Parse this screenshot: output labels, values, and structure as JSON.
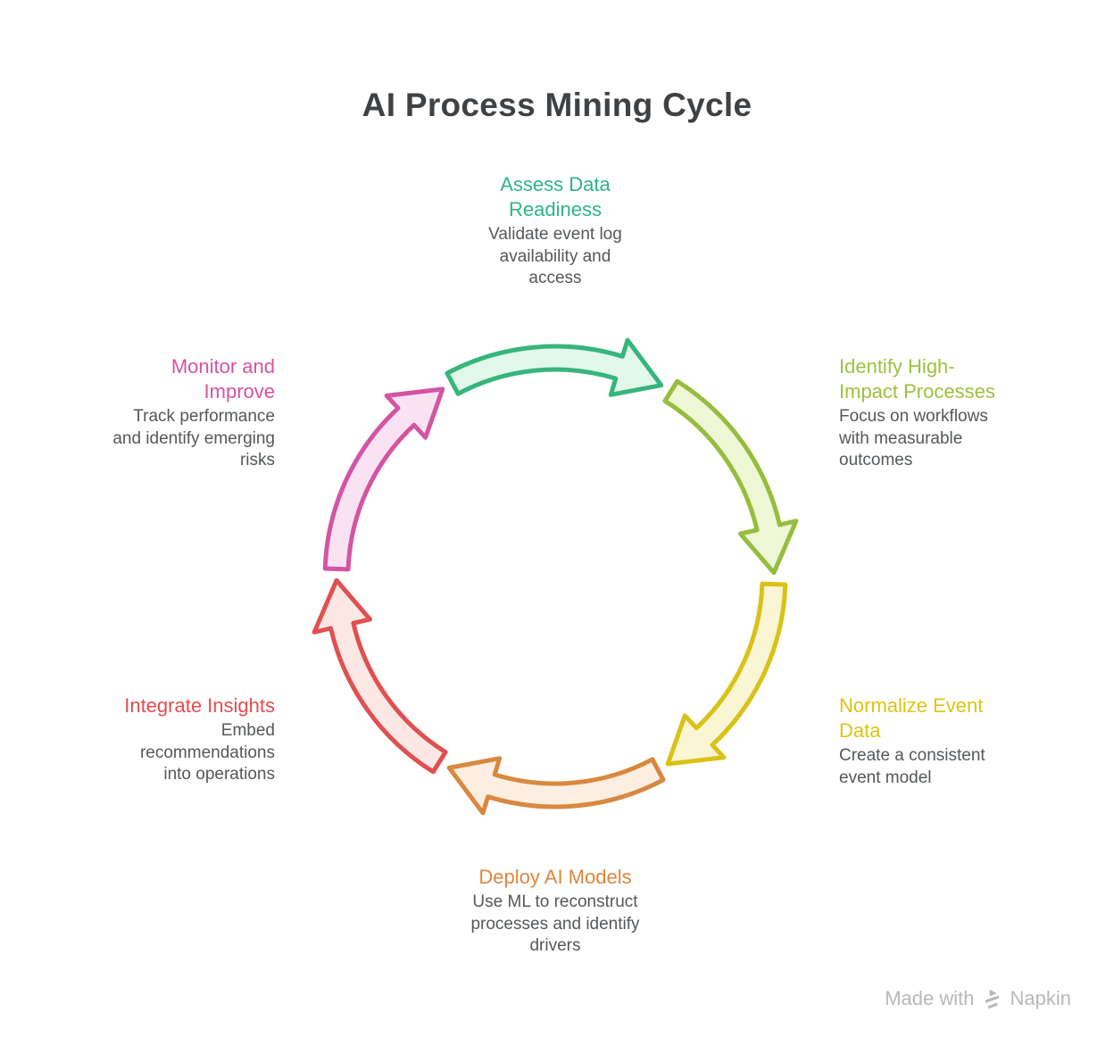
{
  "title": "AI Process Mining Cycle",
  "colors": {
    "background": "#ffffff",
    "heading_text": "#3e4245",
    "body_text": "#54585b",
    "footer_text": "#b8b8b8"
  },
  "diagram_type": "cycle",
  "steps": [
    {
      "id": "assess-data-readiness",
      "title_lines": [
        "Assess Data",
        "Readiness"
      ],
      "description_lines": [
        "Validate event log",
        "availability and",
        "access"
      ],
      "title_color": "#2eb584",
      "arrow": {
        "stroke": "#36b57d",
        "fill": "#e2f8eb"
      }
    },
    {
      "id": "identify-high-impact-processes",
      "title_lines": [
        "Identify High-",
        "Impact Processes"
      ],
      "description_lines": [
        "Focus on workflows",
        "with measurable",
        "outcomes"
      ],
      "title_color": "#9cc13e",
      "arrow": {
        "stroke": "#97bd3d",
        "fill": "#eef7d6"
      }
    },
    {
      "id": "normalize-event-data",
      "title_lines": [
        "Normalize Event",
        "Data"
      ],
      "description_lines": [
        "Create a consistent",
        "event model"
      ],
      "title_color": "#ddc414",
      "arrow": {
        "stroke": "#d9c217",
        "fill": "#faf5d2"
      }
    },
    {
      "id": "deploy-ai-models",
      "title_lines": [
        "Deploy AI Models"
      ],
      "description_lines": [
        "Use ML to reconstruct",
        "processes and identify",
        "drivers"
      ],
      "title_color": "#de863c",
      "arrow": {
        "stroke": "#d9883f",
        "fill": "#fcefe1"
      }
    },
    {
      "id": "integrate-insights",
      "title_lines": [
        "Integrate Insights"
      ],
      "description_lines": [
        "Embed",
        "recommendations",
        "into operations"
      ],
      "title_color": "#e54c4e",
      "arrow": {
        "stroke": "#e15050",
        "fill": "#fbe8e5"
      }
    },
    {
      "id": "monitor-and-improve",
      "title_lines": [
        "Monitor and",
        "Improve"
      ],
      "description_lines": [
        "Track performance",
        "and identify emerging",
        "risks"
      ],
      "title_color": "#d6539f",
      "arrow": {
        "stroke": "#d454a3",
        "fill": "#f9e3f2"
      }
    }
  ],
  "footer": {
    "prefix": "Made with",
    "brand": "Napkin"
  }
}
